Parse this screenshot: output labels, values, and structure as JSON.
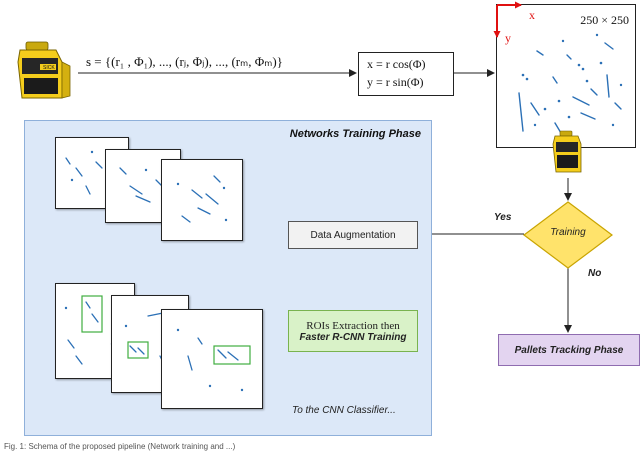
{
  "formula": {
    "scan_definition": "s = {(r₁ , Φ₁), ..., (rⱼ, Φⱼ), ..., (rₘ, Φₘ)}",
    "x_eq": "x = r cos(Φ)",
    "y_eq": "y = r sin(Φ)"
  },
  "grid": {
    "size": "250 × 250",
    "x_axis": "x",
    "y_axis": "y"
  },
  "training_phase": {
    "title": "Networks Training Phase",
    "data_augmentation": "Data Augmentation",
    "rois_line1": "ROIs Extraction then",
    "rois_line2": "Faster R-CNN Training",
    "to_classifier": "To the CNN Classifier..."
  },
  "decision": {
    "label": "Training",
    "yes": "Yes",
    "no": "No"
  },
  "tracking": {
    "label": "Pallets Tracking Phase"
  },
  "caption": "Fig. 1: Schema of the proposed pipeline (Network training and ...)",
  "colors": {
    "panel_bg": "#dce8f8",
    "panel_border": "#8fb0da",
    "diamond_fill": "#ffe36b",
    "diamond_stroke": "#c9a400",
    "tracking_fill": "#e3d4f0",
    "tracking_stroke": "#8f6cb0",
    "rois_fill": "#d9f2c8",
    "rois_stroke": "#79b34f",
    "axis_red": "#e01010",
    "points": "#2b70b6",
    "sensor_body": "#f4cd1c"
  }
}
